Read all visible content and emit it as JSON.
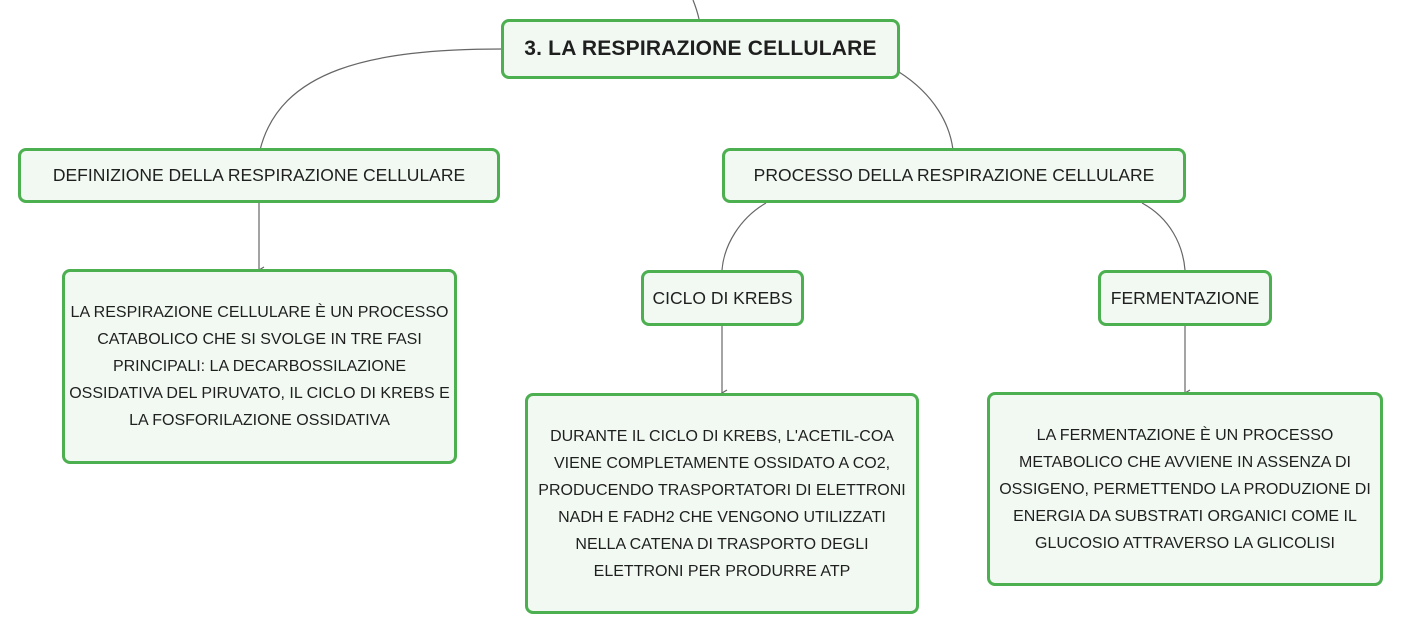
{
  "mindmap": {
    "accent_color": "#4caf50",
    "node_fill": "#f1f9f2",
    "connector_color": "#666666",
    "root": {
      "label": "3. LA RESPIRAZIONE CELLULARE"
    },
    "definizione": {
      "label": "DEFINIZIONE DELLA RESPIRAZIONE CELLULARE",
      "detail": "LA RESPIRAZIONE CELLULARE È UN PROCESSO CATABOLICO CHE SI SVOLGE IN TRE FASI PRINCIPALI: LA DECARBOSSILAZIONE OSSIDATIVA DEL PIRUVATO, IL CICLO DI KREBS E LA FOSFORILAZIONE OSSIDATIVA"
    },
    "processo": {
      "label": "PROCESSO DELLA RESPIRAZIONE CELLULARE",
      "krebs": {
        "label": "CICLO DI KREBS",
        "detail": "DURANTE IL CICLO DI KREBS, L'ACETIL-COA VIENE COMPLETAMENTE OSSIDATO A CO2, PRODUCENDO TRASPORTATORI DI ELETTRONI NADH E FADH2 CHE VENGONO UTILIZZATI NELLA CATENA DI TRASPORTO DEGLI ELETTRONI PER PRODURRE ATP"
      },
      "fermentazione": {
        "label": "FERMENTAZIONE",
        "detail": "LA FERMENTAZIONE È UN PROCESSO METABOLICO CHE AVVIENE IN ASSENZA DI OSSIGENO, PERMETTENDO LA PRODUZIONE DI ENERGIA DA SUBSTRATI ORGANICI COME IL GLUCOSIO ATTRAVERSO LA GLICOLISI"
      }
    }
  }
}
